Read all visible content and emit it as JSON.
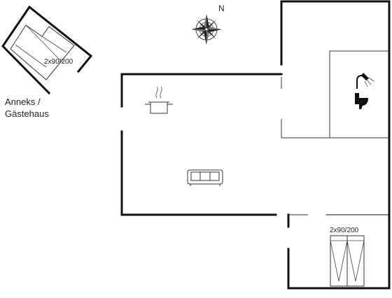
{
  "annex": {
    "label_line1": "Anneks /",
    "label_line2": "Gästehaus",
    "bed_size": "2x90/200"
  },
  "compass": {
    "north_label": "N"
  },
  "bedroom": {
    "bed_size": "2x90/200"
  },
  "icons": [
    "compass-icon",
    "stove-pot-icon",
    "sofa-icon",
    "shower-icon",
    "toilet-icon",
    "bed-icon"
  ]
}
